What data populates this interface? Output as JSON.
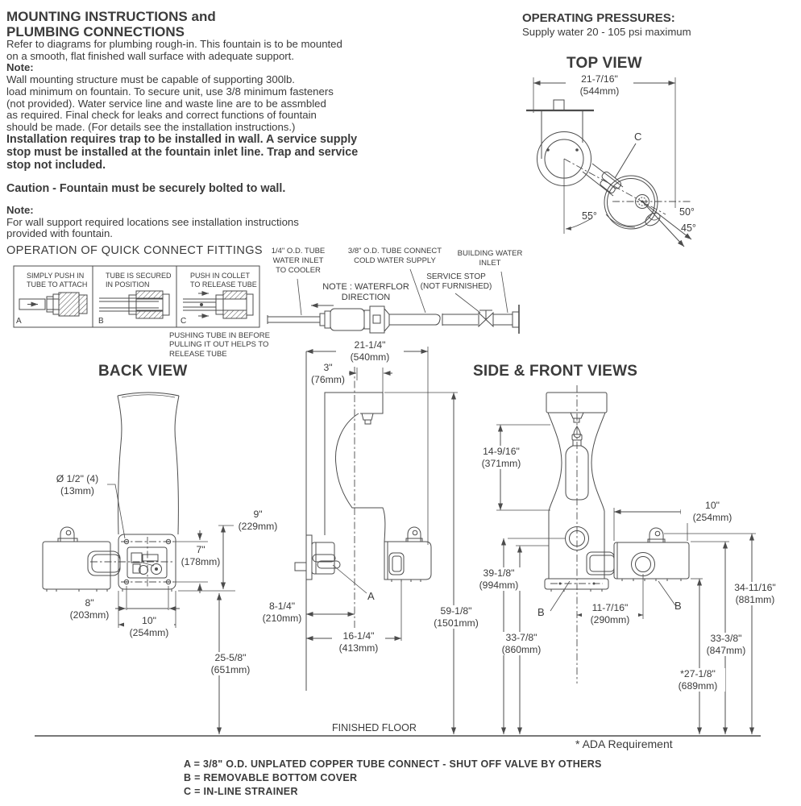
{
  "colors": {
    "text": "#3b3b3b",
    "line": "#4c4c4c"
  },
  "left_column": {
    "heading1": "MOUNTING INSTRUCTIONS and",
    "heading2": "PLUMBING CONNECTIONS",
    "p1_l1": "Refer to diagrams for plumbing rough-in. This fountain is to be mounted",
    "p1_l2": "on a smooth, flat finished wall surface with adequate support.",
    "p1_note": "Note:",
    "p1_l3": " Wall mounting structure must be capable of supporting 300lb.",
    "p1_l4": "load minimum on fountain. To secure unit, use 3/8 minimum fasteners",
    "p1_l5": "(not provided). Water service line and waste line are to be assmbled",
    "p1_l6": "as required. Final check for leaks and correct functions of fountain",
    "p1_l7": "should be made. (For details see the installation instructions.)",
    "p2_l1": "Installation requires trap to be installed in wall. A service supply",
    "p2_l2": "stop must be installed at the fountain inlet line. Trap and service",
    "p2_l3": "stop not included.",
    "p3": "Caution - Fountain must be securely bolted to wall.",
    "p4_note": "Note:",
    "p4_l1": " For wall support required locations see installation instructions",
    "p4_l2": "provided with fountain."
  },
  "operating": {
    "title": "OPERATING PRESSURES:",
    "subtitle": "Supply water 20 - 105 psi maximum"
  },
  "top_view": {
    "title": "TOP VIEW",
    "dim_width": {
      "in": "21-7/16\"",
      "mm": "(544mm)"
    },
    "angle_55": "55°",
    "angle_50": "50°",
    "angle_45": "45°",
    "label_c": "C"
  },
  "quick_connect": {
    "title": "OPERATION OF QUICK CONNECT FITTINGS",
    "panel_a": {
      "letter": "A",
      "line1": "SIMPLY PUSH IN",
      "line2": "TUBE TO ATTACH"
    },
    "panel_b": {
      "letter": "B",
      "line1": "TUBE IS SECURED",
      "line2": "IN POSITION"
    },
    "panel_c": {
      "letter": "C",
      "line1": "PUSH IN COLLET",
      "line2": "TO RELEASE TUBE"
    },
    "note_l1": "PUSHING TUBE IN BEFORE",
    "note_l2": "PULLING IT OUT HELPS TO",
    "note_l3": "RELEASE TUBE"
  },
  "inlet": {
    "quarter_l1": "1/4\" O.D. TUBE",
    "quarter_l2": "WATER INLET",
    "quarter_l3": "TO COOLER",
    "cold_l1": "3/8\" O.D. TUBE CONNECT",
    "cold_l2": "COLD WATER SUPPLY",
    "building_l1": "BUILDING WATER",
    "building_l2": "INLET",
    "flow_l1": "NOTE : WATERFLOR",
    "flow_l2": "DIRECTION",
    "service_l1": "SERVICE STOP",
    "service_l2": "(NOT FURNISHED)"
  },
  "back_view": {
    "title": "BACK VIEW",
    "hole": {
      "in": "Ø 1/2\" (4)",
      "mm": "(13mm)"
    },
    "d9": {
      "in": "9\"",
      "mm": "(229mm)"
    },
    "d7": {
      "in": "7\"",
      "mm": "(178mm)"
    },
    "d8": {
      "in": "8\"",
      "mm": "(203mm)"
    },
    "d10": {
      "in": "10\"",
      "mm": "(254mm)"
    },
    "d25": {
      "in": "25-5/8\"",
      "mm": "(651mm)"
    }
  },
  "side_view": {
    "d21": {
      "in": "21-1/4\"",
      "mm": "(540mm)"
    },
    "d3": {
      "in": "3\"",
      "mm": "(76mm)"
    },
    "label_a": "A",
    "d8q": {
      "in": "8-1/4\"",
      "mm": "(210mm)"
    },
    "d16": {
      "in": "16-1/4\"",
      "mm": "(413mm)"
    },
    "d59": {
      "in": "59-1/8\"",
      "mm": "(1501mm)"
    }
  },
  "front_view": {
    "title": "SIDE & FRONT VIEWS",
    "d14": {
      "in": "14-9/16\"",
      "mm": "(371mm)"
    },
    "d10": {
      "in": "10\"",
      "mm": "(254mm)"
    },
    "d39": {
      "in": "39-1/8\"",
      "mm": "(994mm)"
    },
    "d11": {
      "in": "11-7/16\"",
      "mm": "(290mm)"
    },
    "d33a": {
      "in": "33-7/8\"",
      "mm": "(860mm)"
    },
    "d34": {
      "in": "34-11/16\"",
      "mm": "(881mm)"
    },
    "d33b": {
      "in": "33-3/8\"",
      "mm": "(847mm)"
    },
    "d27": {
      "in": "*27-1/8\"",
      "mm": "(689mm)"
    },
    "label_b": "B"
  },
  "floor": {
    "finished_floor": "FINISHED FLOOR",
    "ada": "* ADA Requirement"
  },
  "legend": {
    "a": "A = 3/8\" O.D. UNPLATED COPPER TUBE CONNECT - SHUT OFF VALVE BY OTHERS",
    "b": "B = REMOVABLE BOTTOM COVER",
    "c": "C = IN-LINE STRAINER"
  }
}
